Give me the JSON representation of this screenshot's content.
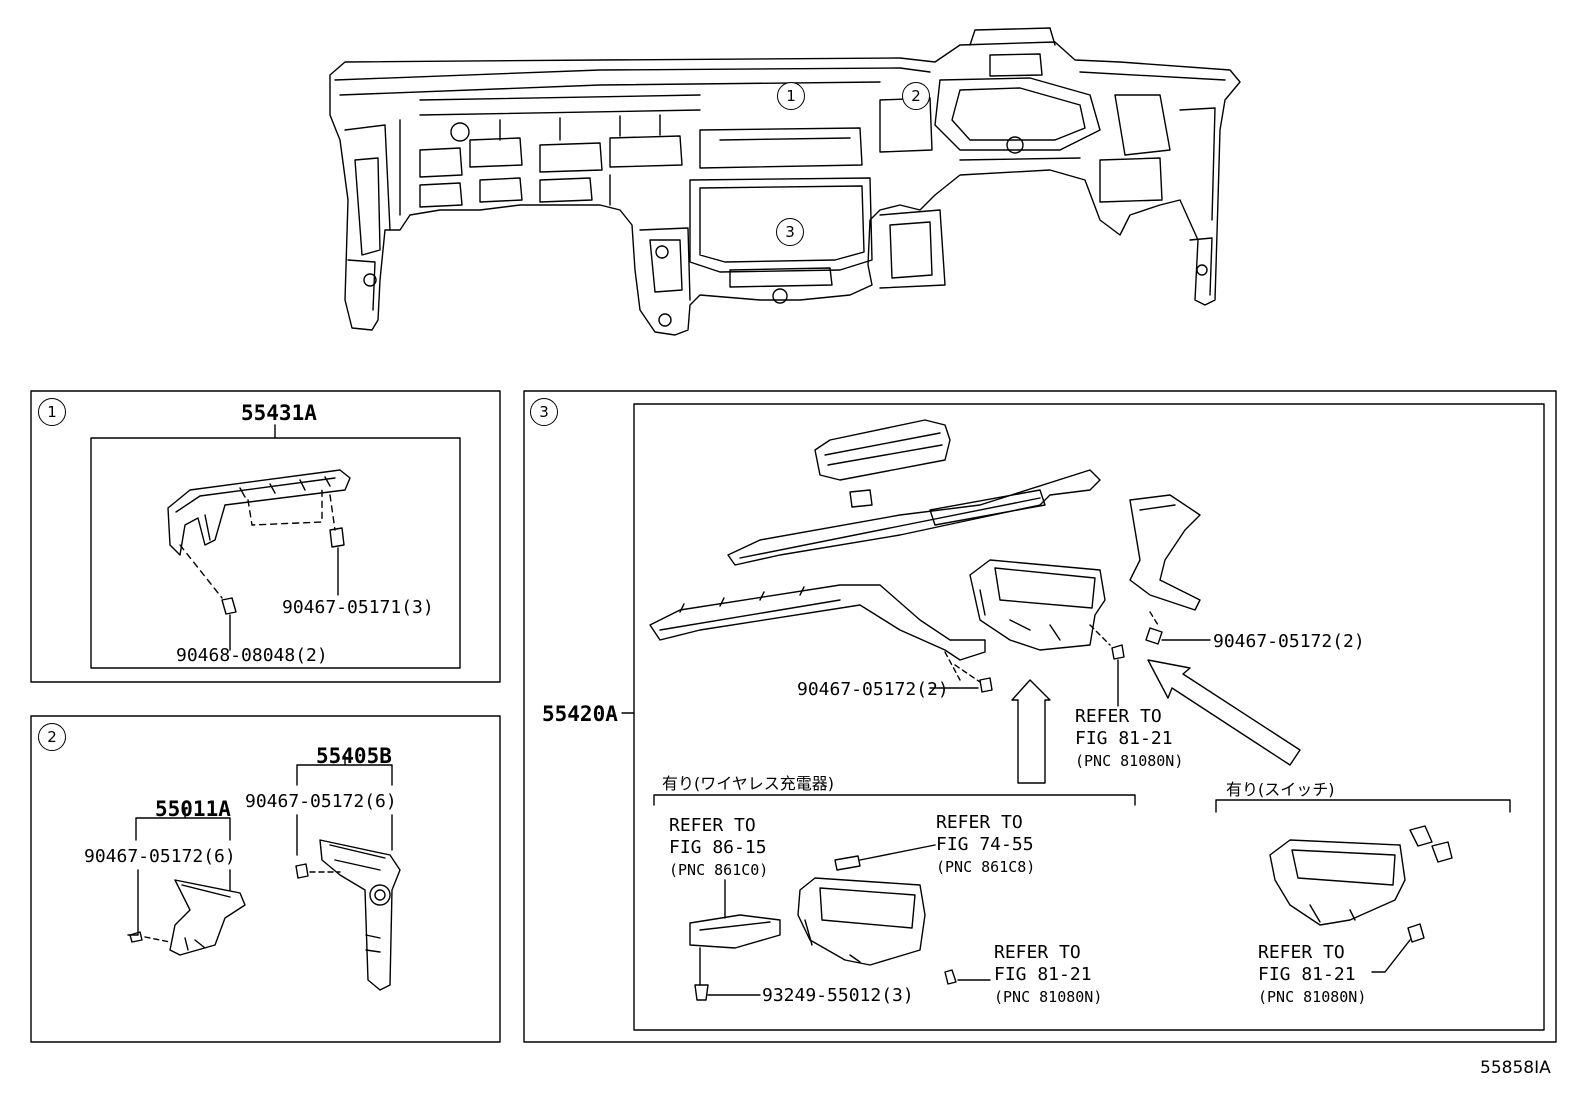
{
  "callouts": {
    "one": "1",
    "two": "2",
    "three": "3"
  },
  "panel1": {
    "assembly": "55431A",
    "part_a": "90467-05171(3)",
    "part_b": "90468-08048(2)"
  },
  "panel2": {
    "assembly_left": "55011A",
    "assembly_right": "55405B",
    "part_left": "90467-05172(6)",
    "part_right": "90467-05172(6)"
  },
  "panel3": {
    "assembly": "55420A",
    "part_upper_right": "90467-05172(2)",
    "part_lower_left": "90467-05172(2)",
    "ref_center": {
      "line1": "REFER TO",
      "line2": "FIG 81-21",
      "pnc": "(PNC 81080N)"
    },
    "group_wireless": {
      "label": "有り(ワイヤレス充電器)",
      "ref_a": {
        "line1": "REFER TO",
        "line2": "FIG 86-15",
        "pnc": "(PNC 861C0)"
      },
      "ref_b": {
        "line1": "REFER TO",
        "line2": "FIG 74-55",
        "pnc": "(PNC 861C8)"
      },
      "ref_c": {
        "line1": "REFER TO",
        "line2": "FIG 81-21",
        "pnc": "(PNC 81080N)"
      },
      "part_bolt": "93249-55012(3)"
    },
    "group_switch": {
      "label": "有り(スイッチ)",
      "ref": {
        "line1": "REFER TO",
        "line2": "FIG 81-21",
        "pnc": "(PNC 81080N)"
      }
    }
  },
  "figure_code": "55858IA"
}
